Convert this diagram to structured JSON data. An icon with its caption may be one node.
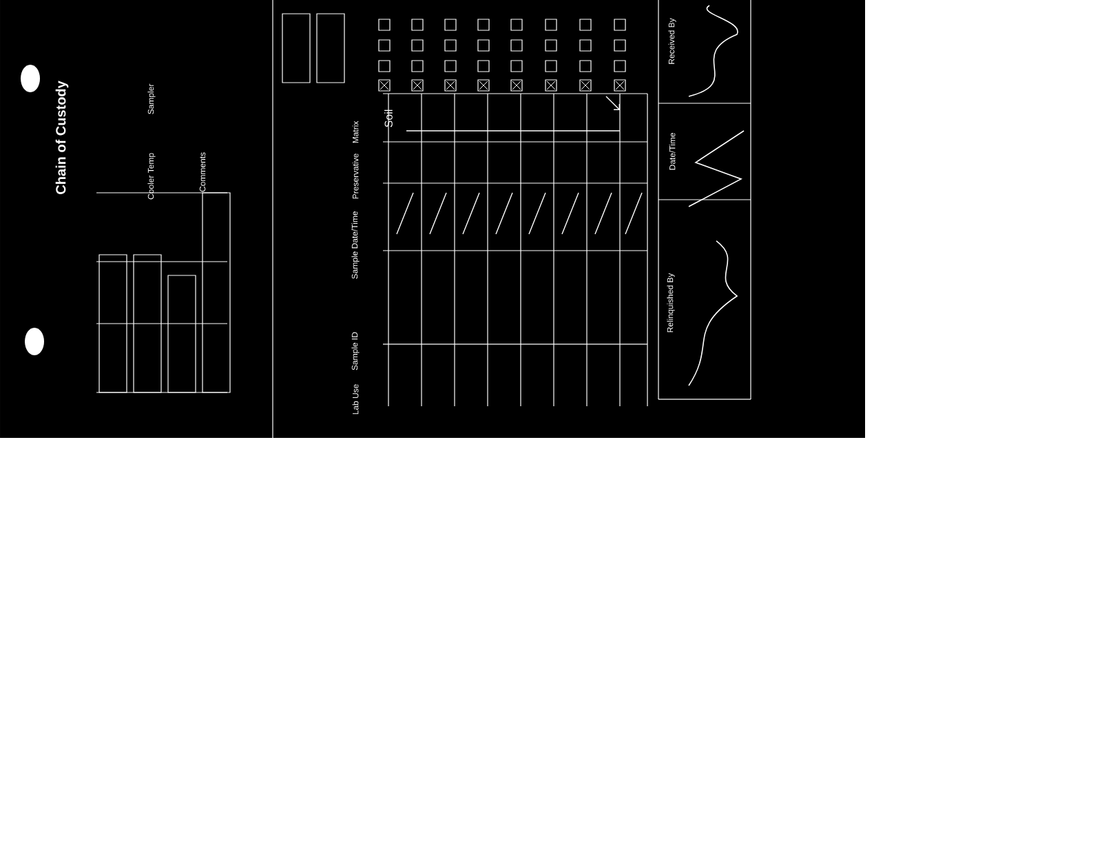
{
  "diagram": {
    "title": "Chain of Custody",
    "labels": [
      "Sampler",
      "Cooler Temp",
      "Comments",
      "Lab Use",
      "Sample ID",
      "Sample Date/Time",
      "Preservative",
      "Matrix",
      "Soil",
      "Relinquished By",
      "Date/Time",
      "Received By"
    ]
  }
}
